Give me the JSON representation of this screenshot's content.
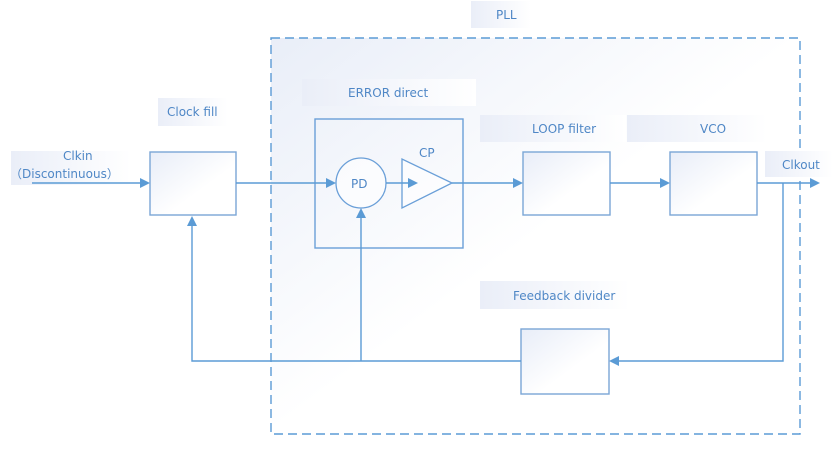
{
  "diagram": {
    "title": "PLL",
    "labels": {
      "pll": "PLL",
      "clkin": "Clkin",
      "clkin_note": "（Discontinuous）",
      "clock_fill": "Clock fill",
      "error_direct": "ERROR direct",
      "pd": "PD",
      "cp": "CP",
      "loop_filter": "LOOP filter",
      "vco": "VCO",
      "clkout": "Clkout",
      "feedback_divider": "Feedback divider"
    },
    "blocks": [
      {
        "id": "clock-fill",
        "label": "Clock fill"
      },
      {
        "id": "error-direct",
        "label": "ERROR direct",
        "contains": [
          "PD",
          "CP"
        ]
      },
      {
        "id": "pd",
        "label": "PD",
        "shape": "circle"
      },
      {
        "id": "cp",
        "label": "CP",
        "shape": "triangle"
      },
      {
        "id": "loop-filter",
        "label": "LOOP filter"
      },
      {
        "id": "vco",
        "label": "VCO"
      },
      {
        "id": "feedback-divider",
        "label": "Feedback divider"
      }
    ],
    "connections": [
      {
        "from": "Clkin",
        "to": "Clock fill"
      },
      {
        "from": "Clock fill",
        "to": "PD"
      },
      {
        "from": "PD",
        "to": "CP"
      },
      {
        "from": "CP",
        "to": "LOOP filter"
      },
      {
        "from": "LOOP filter",
        "to": "VCO"
      },
      {
        "from": "VCO",
        "to": "Clkout"
      },
      {
        "from": "Clkout",
        "to": "Feedback divider"
      },
      {
        "from": "Feedback divider",
        "to": "PD"
      },
      {
        "from": "Feedback divider",
        "to": "Clock fill"
      }
    ],
    "colors": {
      "line": "#5b9bd5",
      "text": "#4f87c6",
      "block_border": "#7aa6d6"
    }
  }
}
